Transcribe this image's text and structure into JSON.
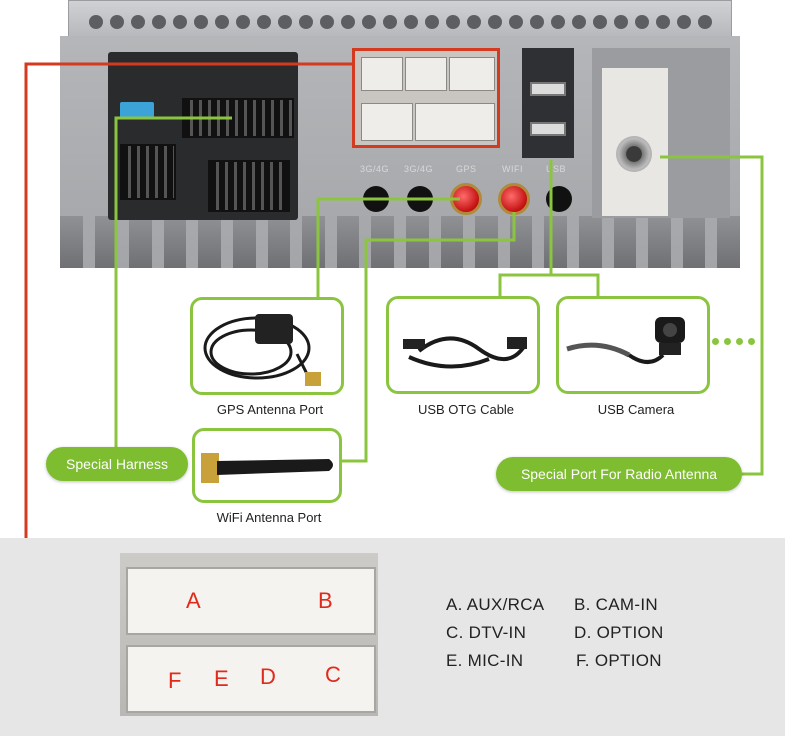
{
  "unit": {
    "port_labels": [
      "3G/4G",
      "3G/4G",
      "GPS",
      "WIFI",
      "USB"
    ]
  },
  "cards": {
    "gps": "GPS Antenna Port",
    "otg": "USB OTG Cable",
    "camera": "USB Camera",
    "wifi": "WiFi Antenna Port"
  },
  "pills": {
    "harness": "Special Harness",
    "radio": "Special Port For Radio Antenna"
  },
  "connector": {
    "letters": [
      "A",
      "B",
      "F",
      "E",
      "D",
      "C"
    ]
  },
  "legend": [
    "A. AUX/RCA",
    "B. CAM-IN",
    "C. DTV-IN",
    "D. OPTION",
    "E. MIC-IN",
    "F. OPTION"
  ],
  "colors": {
    "accent_green": "#7dbd2f",
    "line_red": "#d43a1f",
    "band_gray": "#e6e6e6"
  }
}
